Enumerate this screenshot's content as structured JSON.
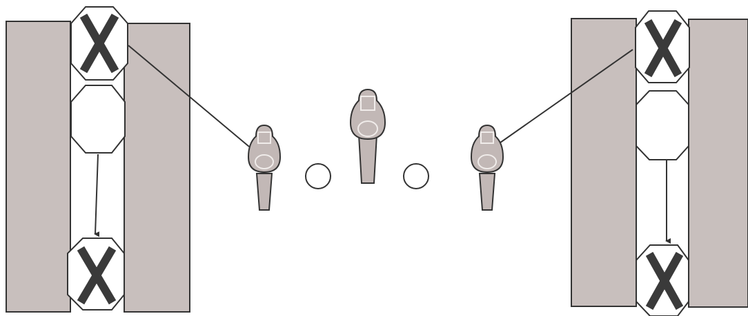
{
  "colors": {
    "background": "#ffffff",
    "wall_fill": "#c8bfbd",
    "stroke": "#333333",
    "figure_fill": "#c2b8b6",
    "x_mark": "#3a3a3a"
  },
  "left_column": {
    "top_block": {
      "marked": true,
      "icon": "x-mark"
    },
    "middle_block": {
      "marked": false
    },
    "bottom_block": {
      "marked": true,
      "icon": "x-mark"
    }
  },
  "right_column": {
    "top_block": {
      "marked": true,
      "icon": "x-mark"
    },
    "middle_block": {
      "marked": false
    },
    "bottom_block": {
      "marked": true,
      "icon": "x-mark"
    }
  },
  "center": {
    "figures": 3,
    "circles": 2
  }
}
